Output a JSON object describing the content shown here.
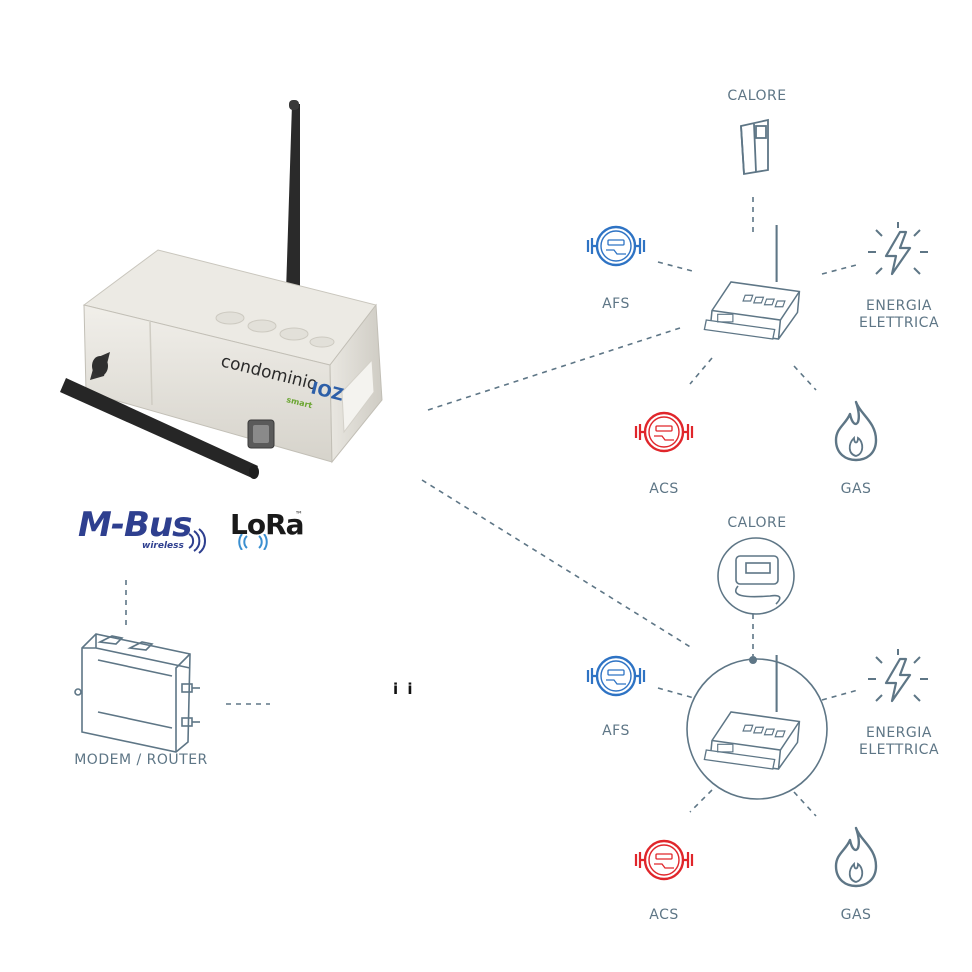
{
  "colors": {
    "line": "#5e7686",
    "label": "#5e7686",
    "water_cold": "#2e73c4",
    "water_hot": "#e0262b",
    "gateway_body": "#e7e5df",
    "antenna": "#252525",
    "mbus_brand": "#2e3f8f"
  },
  "gateway": {
    "brand_text": "condominio",
    "brand_suffix": "IOZ",
    "brand_tag": "smart"
  },
  "protocols": {
    "mbus": {
      "name": "M-Bus",
      "sub": "wireless"
    },
    "lora": {
      "name": "LoRa",
      "tm": "™"
    }
  },
  "modem": {
    "label": "MODEM / ROUTER"
  },
  "stray_text": "i i",
  "cluster_top": {
    "calore": "CALORE",
    "afs": "AFS",
    "energia": "ENERGIA\nELETTRICA",
    "acs": "ACS",
    "gas": "GAS"
  },
  "cluster_bottom": {
    "calore": "CALORE",
    "afs": "AFS",
    "energia": "ENERGIA\nELETTRICA",
    "acs": "ACS",
    "gas": "GAS"
  },
  "icons": {
    "gateway": "gateway-device-icon",
    "heat_allocator": "heat-cost-allocator-icon",
    "heat_meter": "heat-meter-icon",
    "water_meter": "water-meter-icon",
    "electricity": "lightning-icon",
    "gas": "flame-icon",
    "modem": "modem-router-icon",
    "repeater": "repeater-device-icon"
  }
}
